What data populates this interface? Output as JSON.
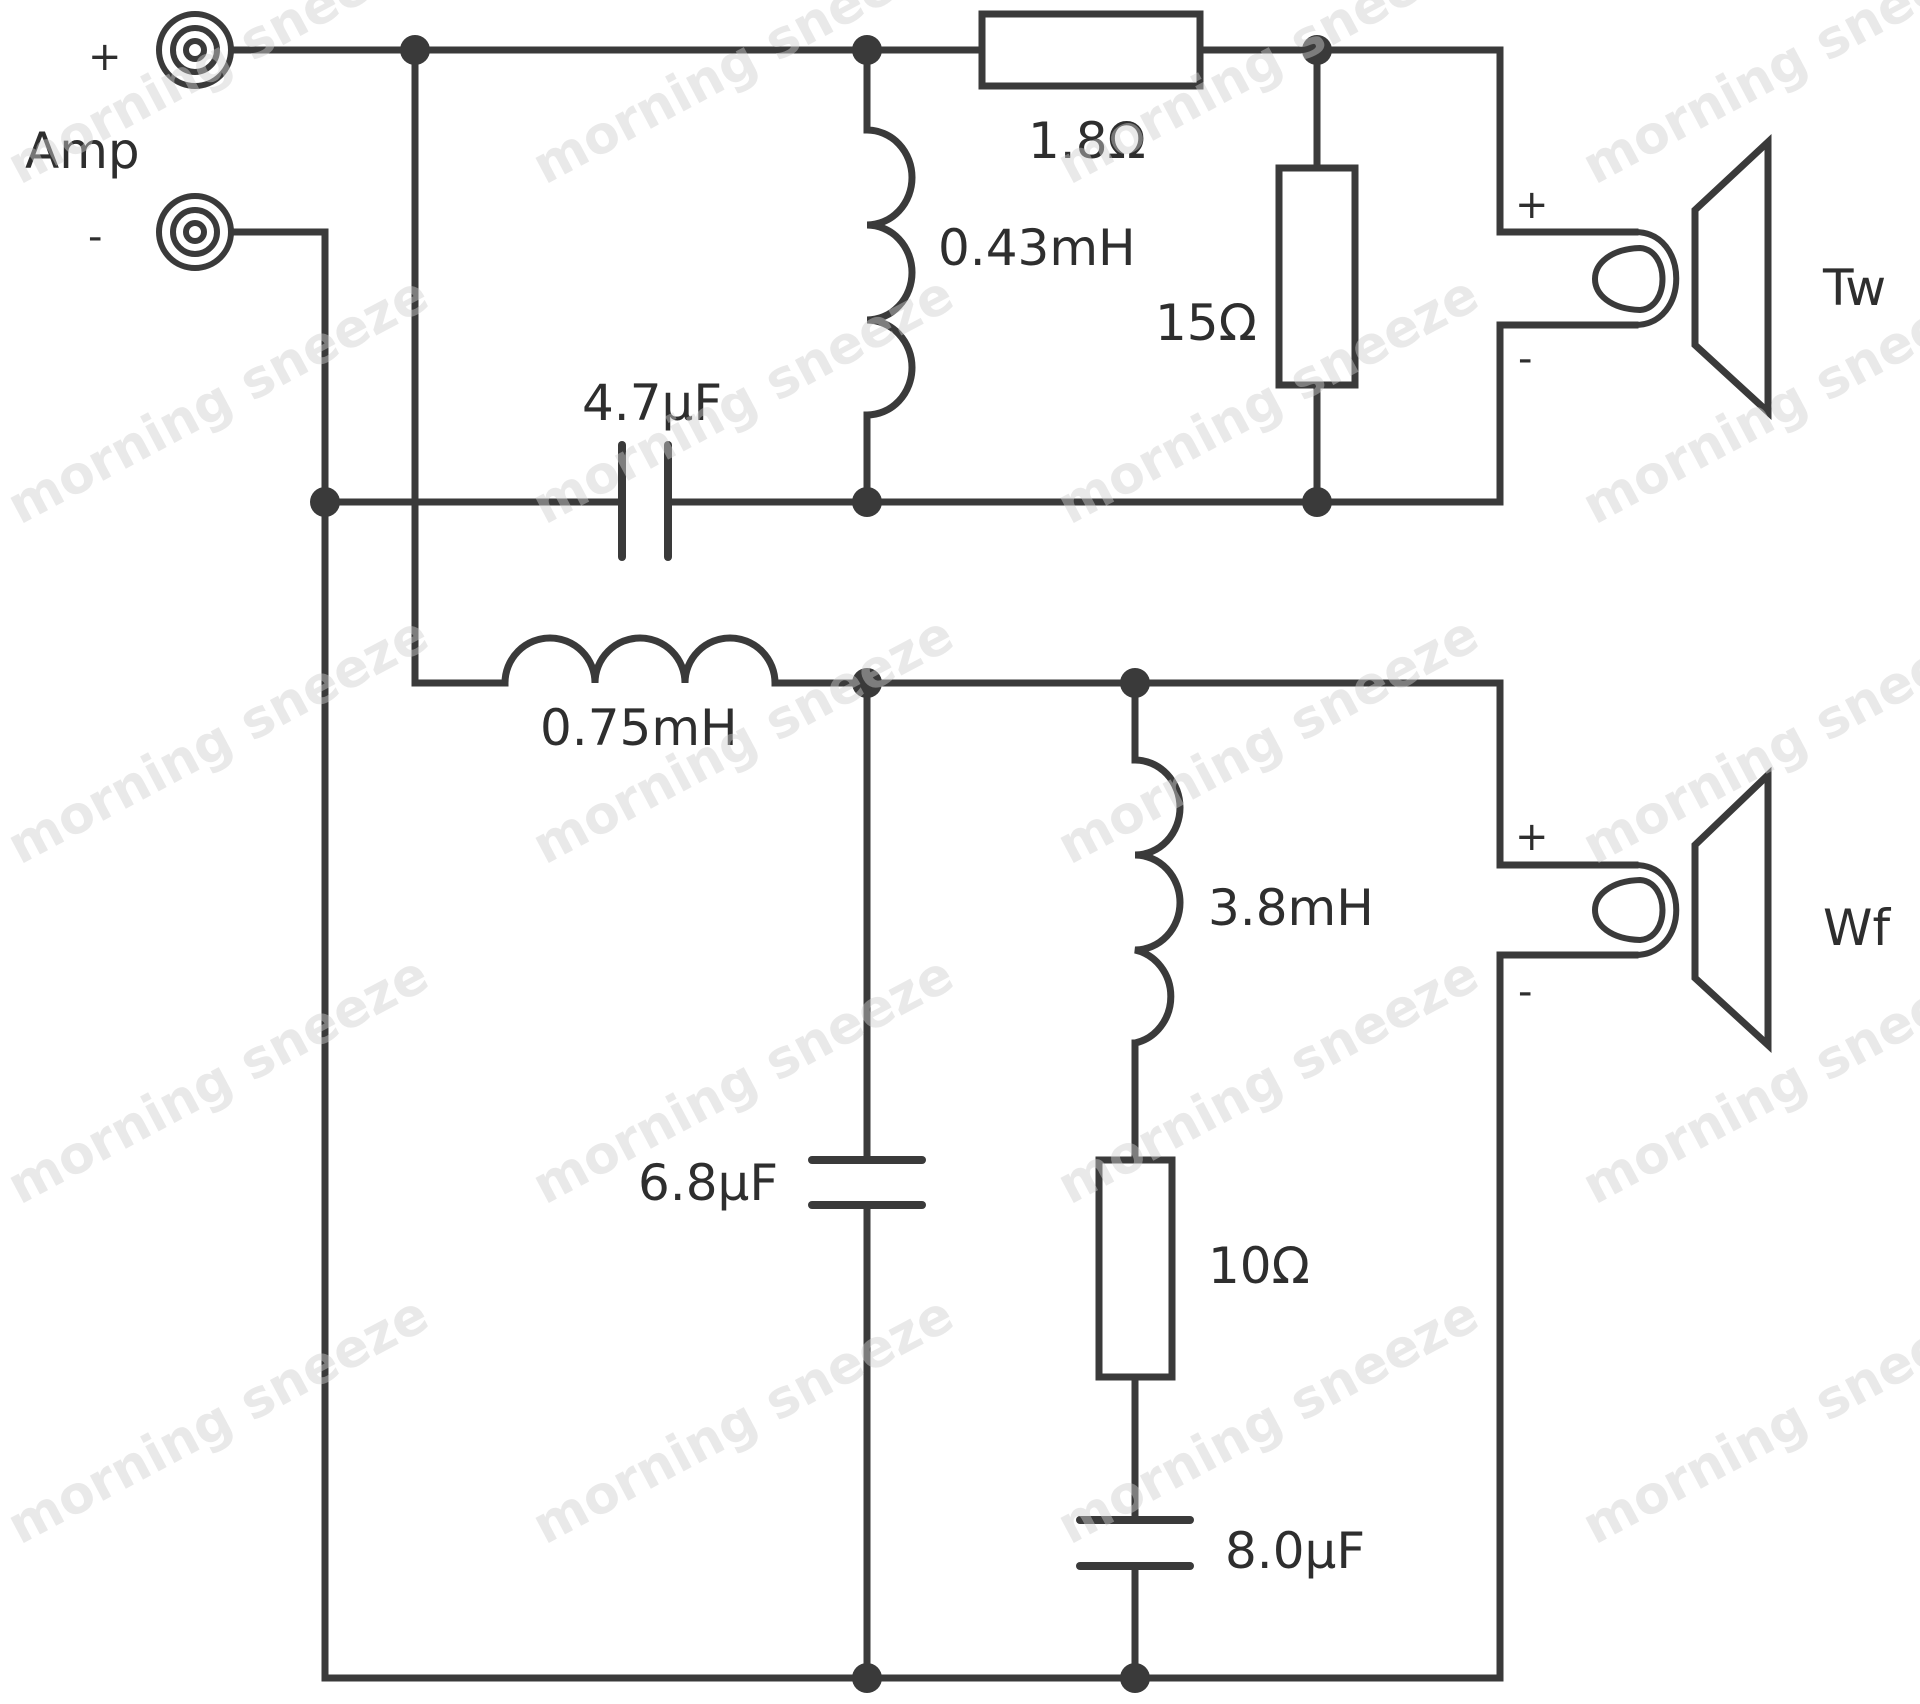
{
  "amp": {
    "label": "Amp",
    "plus": "+",
    "minus": "-"
  },
  "tweeter": {
    "label": "Tw",
    "plus": "+",
    "minus": "-"
  },
  "woofer": {
    "label": "Wf",
    "plus": "+",
    "minus": "-"
  },
  "components": {
    "series_resistor": "1.8Ω",
    "tweeter_inductor": "0.43mH",
    "shunt_resistor": "15Ω",
    "tweeter_capacitor": "4.7μF",
    "woofer_inductor": "0.75mH",
    "woofer_capacitor": "6.8μF",
    "zobel_inductor": "3.8mH",
    "zobel_resistor": "10Ω",
    "zobel_capacitor": "8.0μF"
  },
  "watermark": "morning sneeze",
  "colors": {
    "ink": "#3a3a3a",
    "watermark": "#cfcfcf"
  }
}
